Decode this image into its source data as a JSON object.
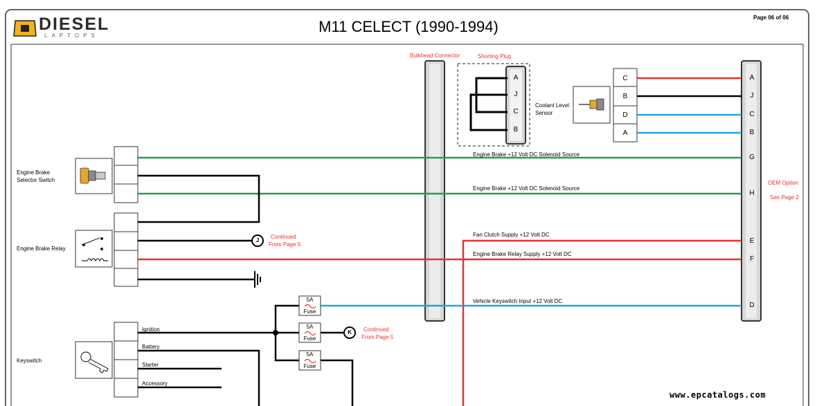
{
  "header": {
    "title": "M11 CELECT (1990-1994)",
    "page": "Page 06 of 06",
    "logo_text": "DIESEL",
    "logo_subtext": "LAPTOPS"
  },
  "connectors": {
    "bulkhead": "Bulkhead Connector",
    "shorting_plug": "Shorting Plug",
    "shorting_pins": [
      "A",
      "J",
      "C",
      "B"
    ],
    "coolant_pins": [
      "C",
      "B",
      "D",
      "A"
    ],
    "oem_pins": [
      "A",
      "J",
      "C",
      "B",
      "G",
      "H",
      "E",
      "F",
      "D"
    ]
  },
  "components": {
    "coolant_sensor": "Coolant Level Sensor",
    "brake_selector": "Engine Brake Selector Switch",
    "brake_relay": "Engine Brake Relay",
    "keyswitch": "Keyswitch"
  },
  "signals": {
    "solenoid_1": "Engine Brake +12 Volt DC Solenoid Source",
    "solenoid_2": "Engine Brake +12 Volt DC Solenoid Source",
    "fan_clutch": "Fan Clutch Supply +12 Volt DC",
    "relay_supply": "Engine Brake Relay Supply +12 Volt DC",
    "keyswitch_input": "Vehicle Keyswitch Input +12 Volt DC"
  },
  "keyswitch_terms": [
    "Ignition",
    "Battery",
    "Starter",
    "Accessory"
  ],
  "fuses": [
    {
      "amp": "5A",
      "label": "Fuse"
    },
    {
      "amp": "5A",
      "label": "Fuse"
    },
    {
      "amp": "5A",
      "label": "Fuse"
    }
  ],
  "references": {
    "j_letter": "J",
    "j_continued": "Continued",
    "j_from": "From Page 5",
    "k_letter": "K",
    "k_continued": "Continued",
    "k_from": "From Page 5",
    "oem_option": "OEM Option",
    "oem_see": "See Page 2"
  },
  "footer": {
    "url": "www.epcatalogs.com"
  },
  "colors": {
    "red": "#e8302f",
    "green": "#1aa34a",
    "blue": "#1fa3e0",
    "black": "#000000"
  }
}
